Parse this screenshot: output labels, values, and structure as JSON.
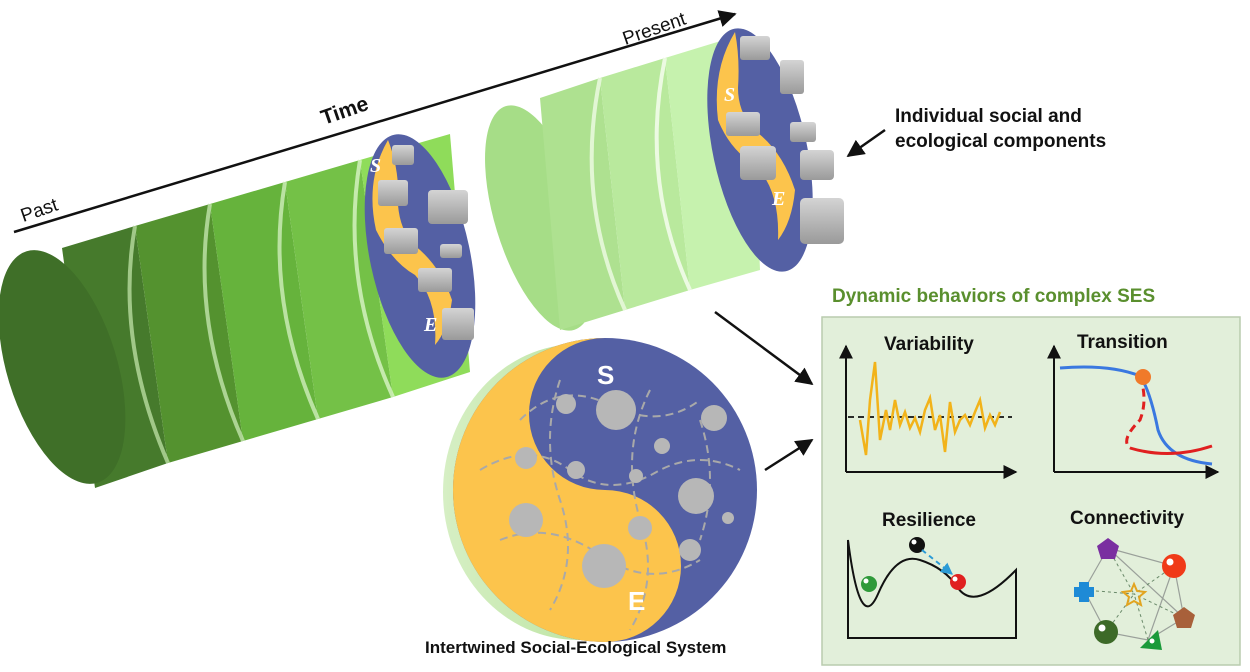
{
  "timeline": {
    "axis_label": "Time",
    "start_label": "Past",
    "end_label": "Present"
  },
  "cylinders": {
    "social_letter": "S",
    "ecological_letter": "E"
  },
  "components_label": "Individual social and ecological components",
  "system": {
    "label": "Intertwined Social-Ecological System",
    "social_letter": "S",
    "ecological_letter": "E"
  },
  "dynamics": {
    "title": "Dynamic behaviors of complex SES",
    "panels": [
      {
        "title": "Variability"
      },
      {
        "title": "Transition"
      },
      {
        "title": "Resilience"
      },
      {
        "title": "Connectivity"
      }
    ]
  },
  "colors": {
    "social": "#fcc44c",
    "ecological": "#5460a4",
    "panel_bg": "#e2efda",
    "panel_title": "#5a8f2e",
    "old_segment": "#467a2c",
    "young_segment": "#8fdc5a",
    "present_segment": "#c6f2ae"
  }
}
